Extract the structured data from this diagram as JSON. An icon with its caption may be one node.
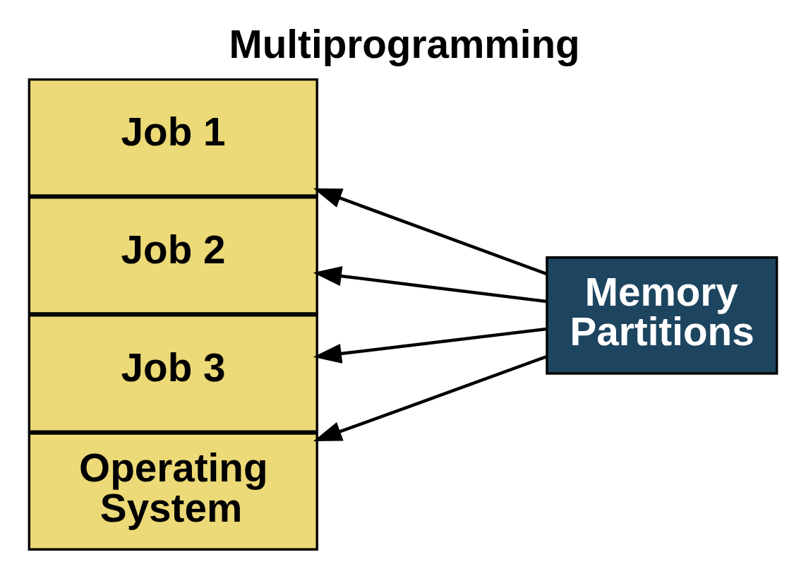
{
  "diagram": {
    "title": "Multiprogramming",
    "nodes": [
      {
        "text": [
          "Job 1"
        ]
      },
      {
        "text": [
          "Job 2"
        ]
      },
      {
        "text": [
          "Job 3"
        ]
      },
      {
        "text": [
          "Operating System"
        ]
      },
      {
        "text": [
          "Memory Partitions"
        ]
      }
    ],
    "edges": [
      {
        "from": 4,
        "to": 0,
        "arrow": "to"
      },
      {
        "from": 4,
        "to": 1,
        "arrow": "to"
      },
      {
        "from": 4,
        "to": 2,
        "arrow": "to"
      },
      {
        "from": 4,
        "to": 3,
        "arrow": "to"
      }
    ]
  }
}
